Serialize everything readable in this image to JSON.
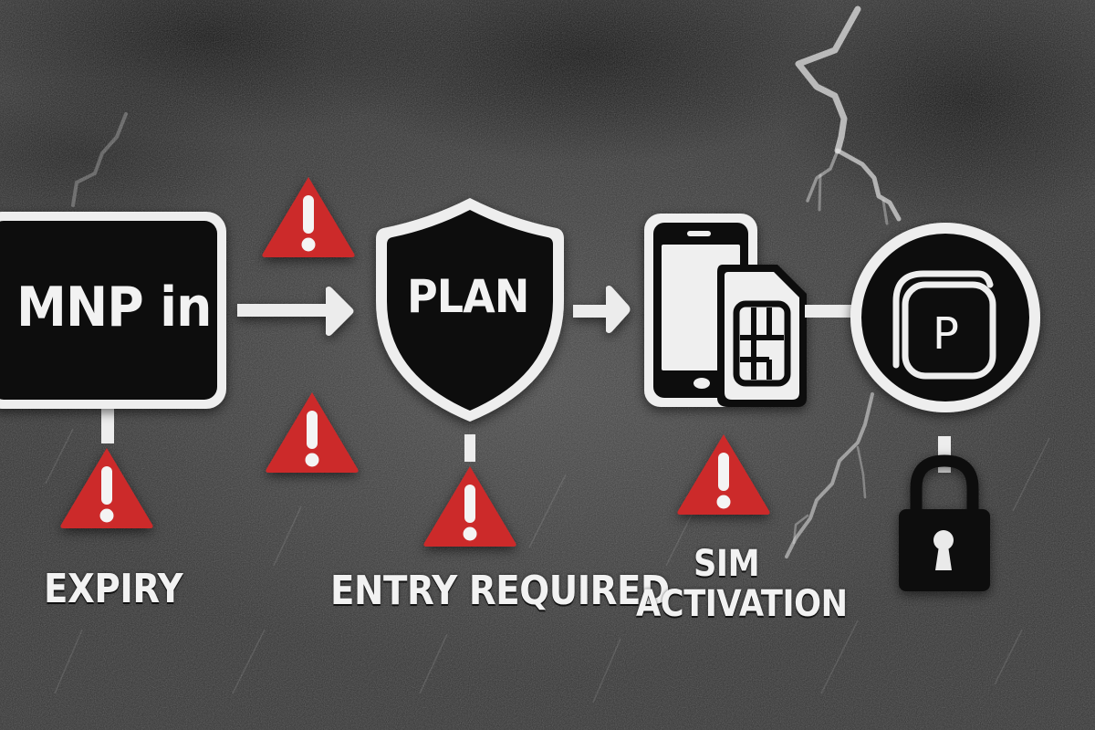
{
  "diagram": {
    "nodes": [
      {
        "id": "mnp",
        "shape": "rounded-rectangle",
        "label": "MNP in"
      },
      {
        "id": "plan",
        "shape": "shield",
        "label": "PLAN"
      },
      {
        "id": "sim",
        "shape": "phone-with-sim-card",
        "label": ""
      },
      {
        "id": "p-badge",
        "shape": "circle-with-stacked-cards",
        "label": "P"
      }
    ],
    "edges": [
      {
        "from": "mnp",
        "to": "plan",
        "style": "arrow"
      },
      {
        "from": "plan",
        "to": "sim",
        "style": "arrow"
      },
      {
        "from": "sim",
        "to": "p-badge",
        "style": "line"
      }
    ],
    "issues": [
      {
        "attached_to": "mnp",
        "icon": "warning-icon",
        "label": "EXPIRY"
      },
      {
        "attached_to": "plan",
        "icon": "warning-icon",
        "label": "ENTRY REQUIRED"
      },
      {
        "attached_to": "sim",
        "icon": "warning-icon",
        "label": "SIM\nACTIVATION",
        "lines": [
          "SIM",
          "ACTIVATION"
        ]
      },
      {
        "attached_to": "p-badge",
        "icon": "lock-icon",
        "label": ""
      }
    ],
    "floating_warnings": 2,
    "background": "stormy sky with lightning and rain"
  },
  "colors": {
    "warning_red": "#cc2b2b",
    "node_fill": "#0b0b0b",
    "outline": "#f0f0f0",
    "background": "#3a3a3a"
  }
}
